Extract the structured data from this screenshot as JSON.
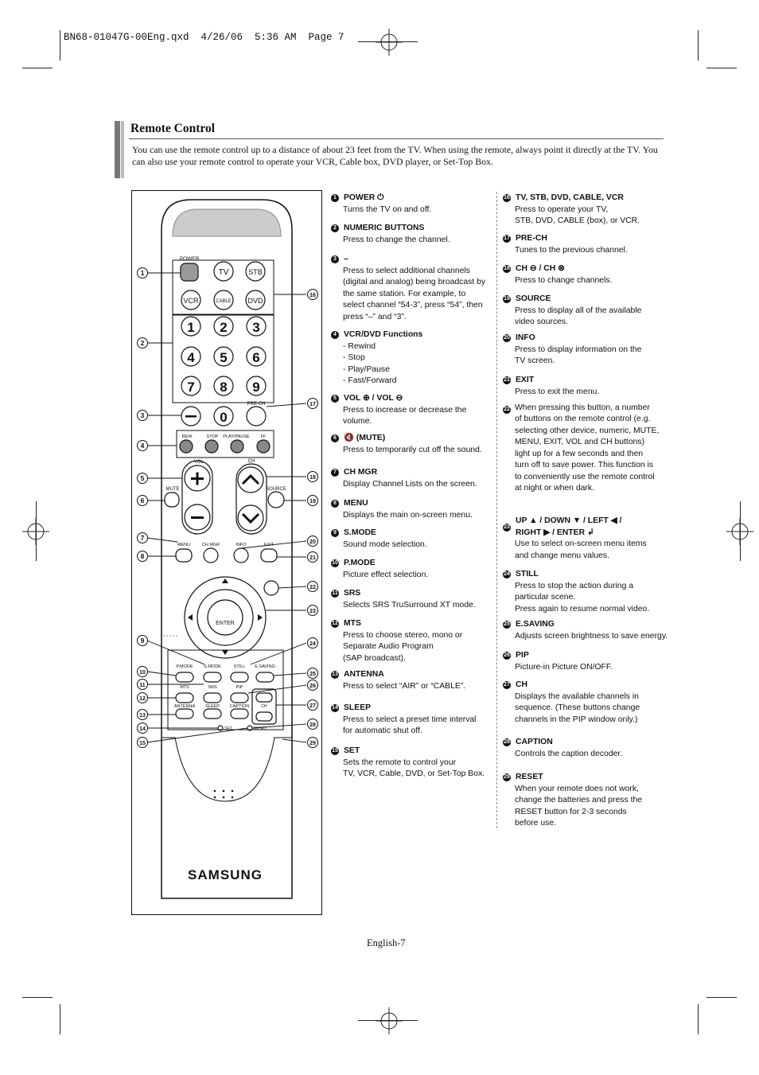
{
  "file_header": "BN68-01047G-00Eng.qxd  4/26/06  5:36 AM  Page 7",
  "section": {
    "title": "Remote Control",
    "intro": "You can use the remote control up to a distance of about 23 feet from the TV. When using the remote, always point it directly at the TV. You can also use your remote control to operate your VCR, Cable box, DVD player, or Set-Top Box."
  },
  "remote": {
    "labels": {
      "power": "POWER",
      "tv": "TV",
      "stb": "STB",
      "vcr": "VCR",
      "cable": "CABLE",
      "dvd": "DVD",
      "prech": "PRE-CH",
      "rew": "REW",
      "stop": "STOP",
      "playpause": "PLAY/PAUSE",
      "ff": "FF",
      "vol": "VOL",
      "ch": "CH",
      "mute": "MUTE",
      "source": "SOURCE",
      "menu": "MENU",
      "chmgr": "CH MGR",
      "info": "INFO",
      "exit": "EXIT",
      "enter": "ENTER",
      "pmode": "P.MODE",
      "smode": "S.MODE",
      "still": "STILL",
      "esaving": "E.SAVING",
      "mts": "MTS",
      "srs": "SRS",
      "pip": "PIP",
      "antenna": "ANTENNA",
      "sleep": "SLEEP",
      "caption": "CAPTION",
      "ch2": "CH",
      "set": "SET",
      "reset": "RESET",
      "brand": "SAMSUNG",
      "n1": "1",
      "n2": "2",
      "n3": "3",
      "n4": "4",
      "n5": "5",
      "n6": "6",
      "n7": "7",
      "n8": "8",
      "n9": "9",
      "n0": "0"
    },
    "callouts_left": [
      "1",
      "2",
      "3",
      "4",
      "5",
      "6",
      "7",
      "8",
      "9",
      "10",
      "11",
      "12",
      "13",
      "14",
      "15"
    ],
    "callouts_right": [
      "16",
      "17",
      "18",
      "19",
      "20",
      "21",
      "22",
      "23",
      "24",
      "25",
      "26",
      "27",
      "28",
      "29"
    ]
  },
  "items_left": [
    {
      "n": "1",
      "title": "POWER ⏻",
      "desc": "Turns the TV on and off."
    },
    {
      "n": "2",
      "title": "NUMERIC BUTTONS",
      "desc": "Press to change the channel."
    },
    {
      "n": "3",
      "title": "–",
      "desc": "Press to select additional channels\n(digital and analog) being broadcast by\nthe same station. For example, to\nselect channel “54-3”, press “54”, then\npress “–” and “3”."
    },
    {
      "n": "4",
      "title": "VCR/DVD Functions",
      "desc": "- Rewind\n- Stop\n- Play/Pause\n- Fast/Forward"
    },
    {
      "n": "5",
      "title": "VOL ⊕ / VOL ⊖",
      "desc": "Press to increase or decrease the\nvolume."
    },
    {
      "n": "6",
      "title": "🔇 (MUTE)",
      "desc": "Press to temporarily cut off the sound."
    },
    {
      "n": "7",
      "title": "CH MGR",
      "desc": "Display Channel Lists on the screen."
    },
    {
      "n": "8",
      "title": "MENU",
      "desc": "Displays the main on-screen menu."
    },
    {
      "n": "9",
      "title": "S.MODE",
      "desc": "Sound mode selection."
    },
    {
      "n": "10",
      "title": "P.MODE",
      "desc": "Picture effect selection."
    },
    {
      "n": "11",
      "title": "SRS",
      "desc": "Selects SRS TruSurround XT mode."
    },
    {
      "n": "12",
      "title": "MTS",
      "desc": "Press to choose stereo, mono or\nSeparate Audio Program\n(SAP broadcast)."
    },
    {
      "n": "13",
      "title": "ANTENNA",
      "desc": "Press to select “AIR” or “CABLE”."
    },
    {
      "n": "14",
      "title": "SLEEP",
      "desc": "Press to select a preset time interval\nfor automatic shut off."
    },
    {
      "n": "15",
      "title": "SET",
      "desc": "Sets the remote to control your\nTV, VCR, Cable, DVD, or Set-Top Box."
    }
  ],
  "items_right": [
    {
      "n": "16",
      "title": "TV, STB, DVD, CABLE, VCR",
      "desc": "Press to operate your TV,\nSTB, DVD, CABLE (box), or VCR."
    },
    {
      "n": "17",
      "title": "PRE-CH",
      "desc": "Tunes to the previous channel."
    },
    {
      "n": "18",
      "title": "CH ⊖ / CH ⊗",
      "desc": "Press to change channels."
    },
    {
      "n": "19",
      "title": "SOURCE",
      "desc": "Press to display all of the available\nvideo sources."
    },
    {
      "n": "20",
      "title": "INFO",
      "desc": "Press to display information on the\nTV screen."
    },
    {
      "n": "21",
      "title": "EXIT",
      "desc": "Press to exit the menu."
    },
    {
      "n": "22",
      "title": "",
      "desc": "When pressing this button, a number\nof buttons on the remote control (e.g.\nselecting other device, numeric, MUTE,\nMENU, EXIT, VOL and CH buttons)\nlight up for a few seconds and then\nturn off to save power. This function is\nto conveniently use the remote control\nat night or when dark."
    },
    {
      "n": "23",
      "title": "UP ▲ / DOWN ▼ / LEFT ◀ /\nRIGHT ▶ / ENTER ↲",
      "desc": "Use to select on-screen menu items\nand change menu values."
    },
    {
      "n": "24",
      "title": "STILL",
      "desc": "Press to stop the action during a\nparticular scene.\nPress again to resume normal video."
    },
    {
      "n": "25",
      "title": "E.SAVING",
      "desc": "Adjusts screen brightness to save energy."
    },
    {
      "n": "26",
      "title": "PIP",
      "desc": "Picture-in Picture ON/OFF."
    },
    {
      "n": "27",
      "title": "CH",
      "desc": "Displays the available channels in\nsequence. (These buttons change\nchannels in the PIP window only.)"
    },
    {
      "n": "28",
      "title": "CAPTION",
      "desc": "Controls the caption decoder."
    },
    {
      "n": "29",
      "title": "RESET",
      "desc": "When your remote does not work,\nchange the batteries and press the\nRESET button for 2-3 seconds\nbefore use."
    }
  ],
  "footer": "English-7"
}
